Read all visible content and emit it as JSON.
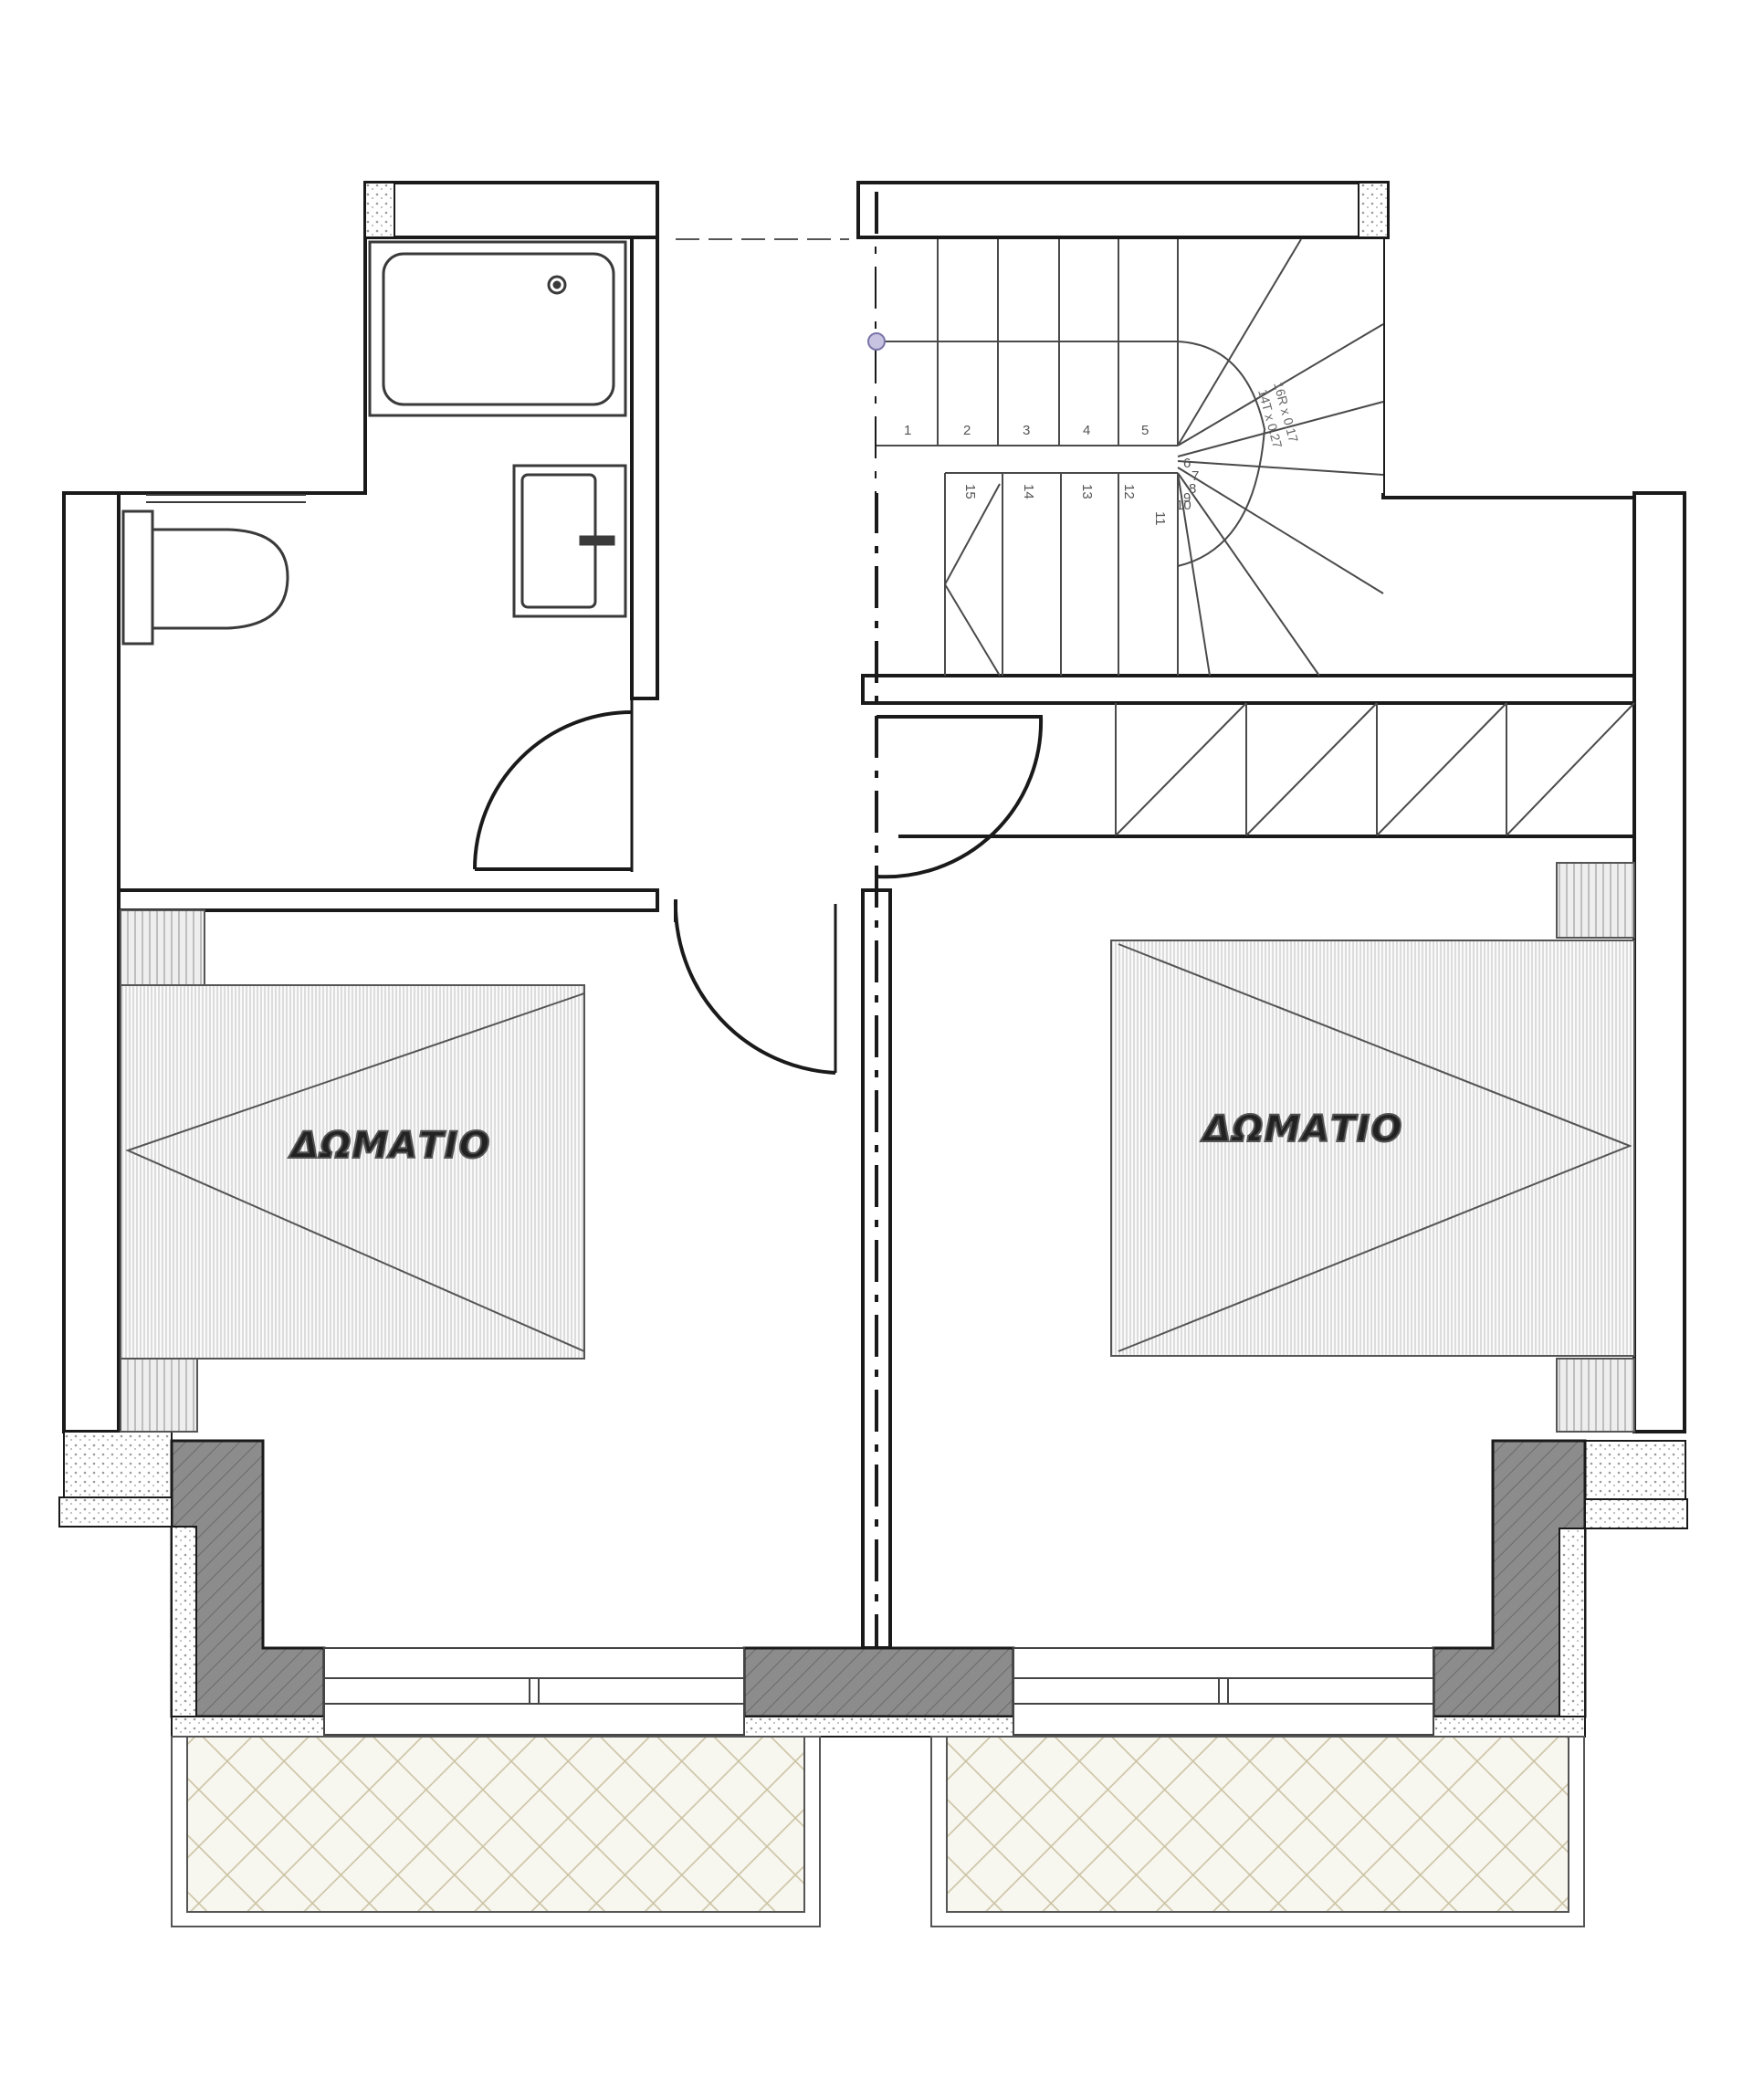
{
  "rooms": {
    "left_label": "ΔΩΜΑΤΙΟ",
    "right_label": "ΔΩΜΑΤΙΟ"
  },
  "stair": {
    "note_line1": "16R x 0.17",
    "note_line2": "14T x 0.27",
    "steps": [
      {
        "label": "1"
      },
      {
        "label": "2"
      },
      {
        "label": "3"
      },
      {
        "label": "4"
      },
      {
        "label": "5"
      },
      {
        "label": "6"
      },
      {
        "label": "7"
      },
      {
        "label": "8"
      },
      {
        "label": "9"
      },
      {
        "label": "10"
      },
      {
        "label": "11"
      },
      {
        "label": "12"
      },
      {
        "label": "13"
      },
      {
        "label": "14"
      },
      {
        "label": "15"
      }
    ]
  },
  "colors": {
    "wall": "#1a1a1a",
    "cut_wall_fill": "#8c8c8c",
    "insulation": "#d4d4d4",
    "balcony_tile": "#bdb38d",
    "furniture": "#555555",
    "background": "#ffffff"
  }
}
